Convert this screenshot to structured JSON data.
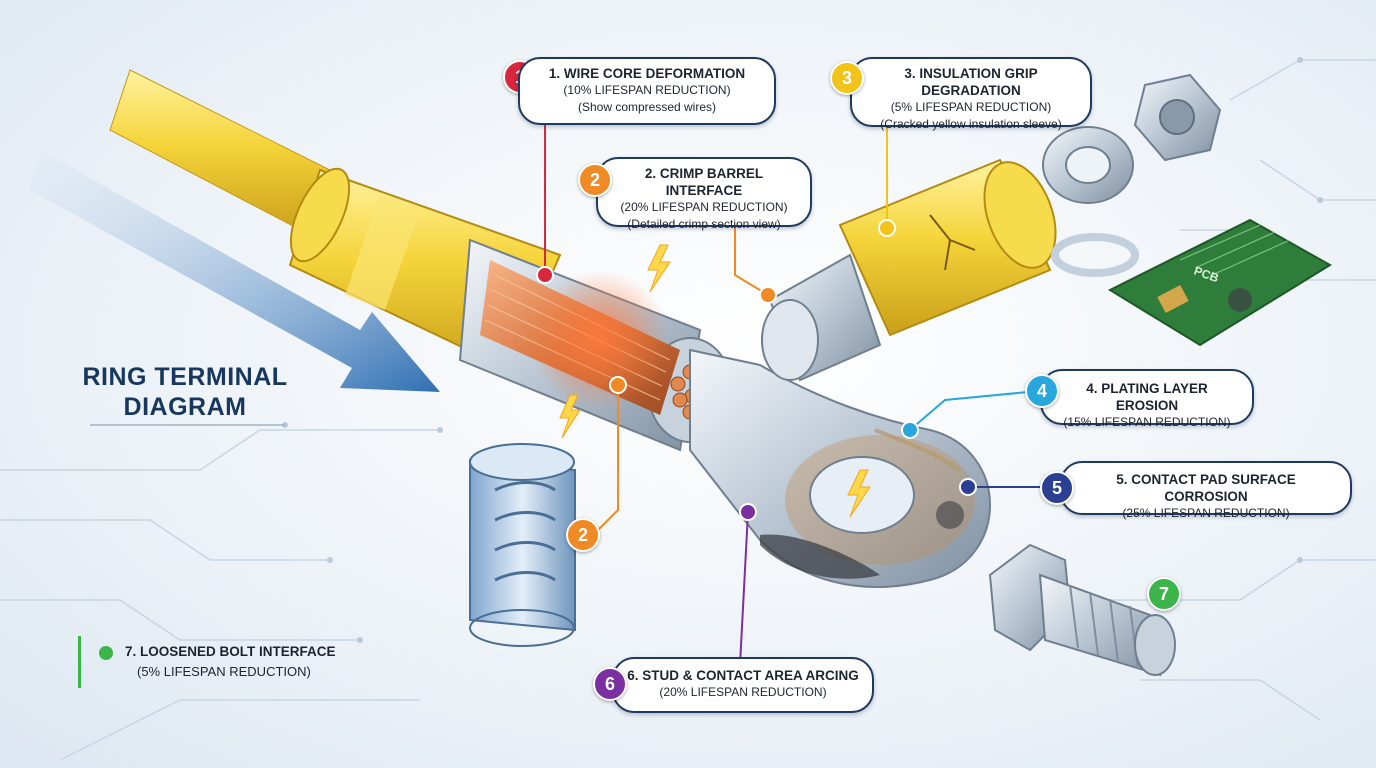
{
  "title_lines": [
    "RING TERMINAL",
    "DIAGRAM"
  ],
  "colors": {
    "red": "#d7263d",
    "orange": "#f08a24",
    "yellow": "#f2c318",
    "cyan": "#27a7de",
    "navy": "#2b3f93",
    "purple": "#7b2fa0",
    "green": "#3bb54a"
  },
  "callouts": [
    {
      "num": "1",
      "title": "1. WIRE CORE DEFORMATION",
      "line2": "(10% LIFESPAN REDUCTION)",
      "line3": "(Show compressed wires)"
    },
    {
      "num": "2",
      "title": "2. CRIMP BARREL INTERFACE",
      "line2": "(20% LIFESPAN REDUCTION)",
      "line3": "(Detailed crimp section view)"
    },
    {
      "num": "3",
      "title": "3. INSULATION GRIP DEGRADATION",
      "line2": "(5% LIFESPAN REDUCTION)",
      "line3": "(Cracked yellow insulation sleeve)"
    },
    {
      "num": "4",
      "title": "4. PLATING LAYER EROSION",
      "line2": "(15% LIFESPAN REDUCTION)"
    },
    {
      "num": "5",
      "title": "5. CONTACT PAD SURFACE CORROSION",
      "line2": "(25% LIFESPAN REDUCTION)"
    },
    {
      "num": "6",
      "title": "6. STUD & CONTACT AREA ARCING",
      "line2": "(20% LIFESPAN REDUCTION)"
    },
    {
      "num": "7",
      "title": "7. LOOSENED BOLT INTERFACE",
      "line2": "(5% LIFESPAN REDUCTION)"
    }
  ],
  "pcb_label": "PCB"
}
